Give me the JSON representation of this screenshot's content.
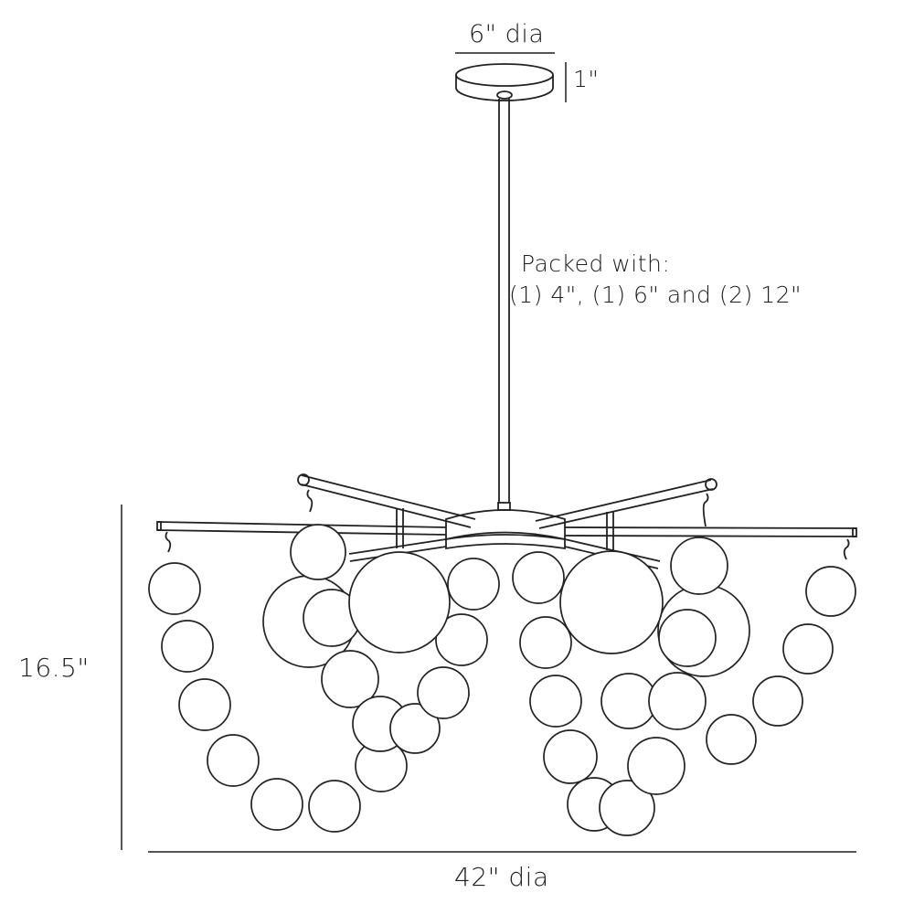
{
  "diagram": {
    "subject": "chandelier-dimension-drawing",
    "labels": {
      "canopy_diameter": "6\" dia",
      "canopy_height": "1\"",
      "rods_title": "Packed with:",
      "rods_list": "(1) 4\", (1) 6\" and (2) 12\"",
      "overall_height": "16.5\"",
      "overall_width": "42\" dia"
    },
    "colors": {
      "line": "#222222",
      "dimension_line": "#555555",
      "background": "#ffffff"
    }
  }
}
